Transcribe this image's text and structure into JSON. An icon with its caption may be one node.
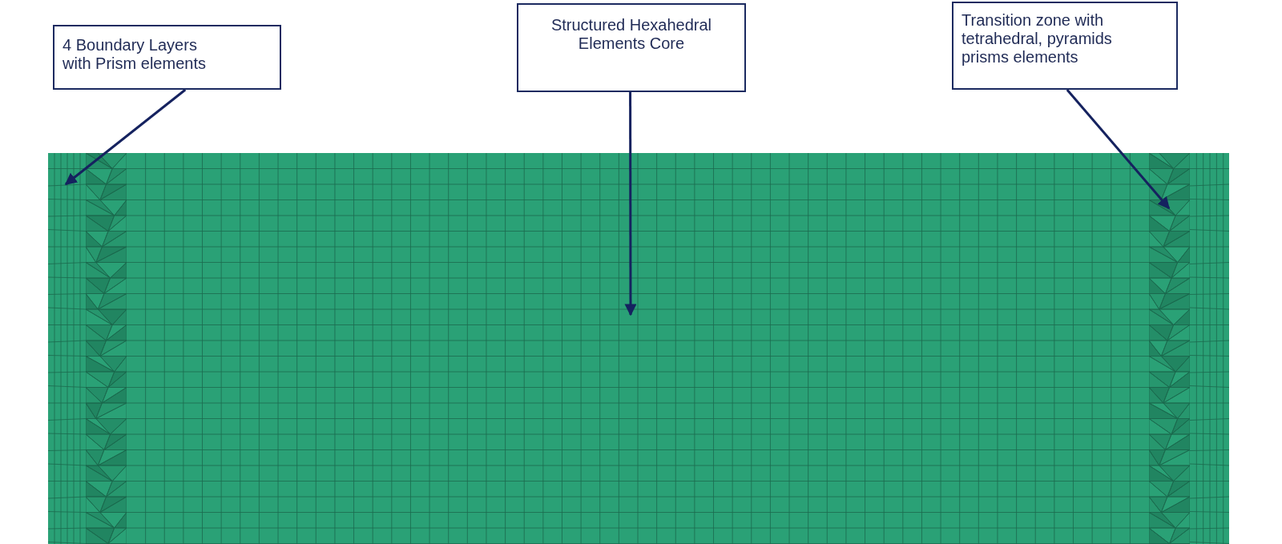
{
  "diagram": {
    "nodes": [
      {
        "text": [
          "4 Boundary Layers with Prism elements"
        ]
      },
      {
        "text": [
          "Structured Hexahedral Elements Core"
        ]
      },
      {
        "text": [
          "Transition zone with tetrahedral, pyramids prisms elements"
        ]
      },
      {
        "text": [],
        "shape": "box"
      },
      {
        "text": [],
        "shape": "box"
      },
      {
        "text": [],
        "shape": "box"
      }
    ],
    "edges": [
      {
        "from": 0,
        "to": 3,
        "arrow": "to"
      },
      {
        "from": 1,
        "to": 4,
        "arrow": "to"
      },
      {
        "from": 2,
        "to": 5,
        "arrow": "to"
      }
    ]
  }
}
